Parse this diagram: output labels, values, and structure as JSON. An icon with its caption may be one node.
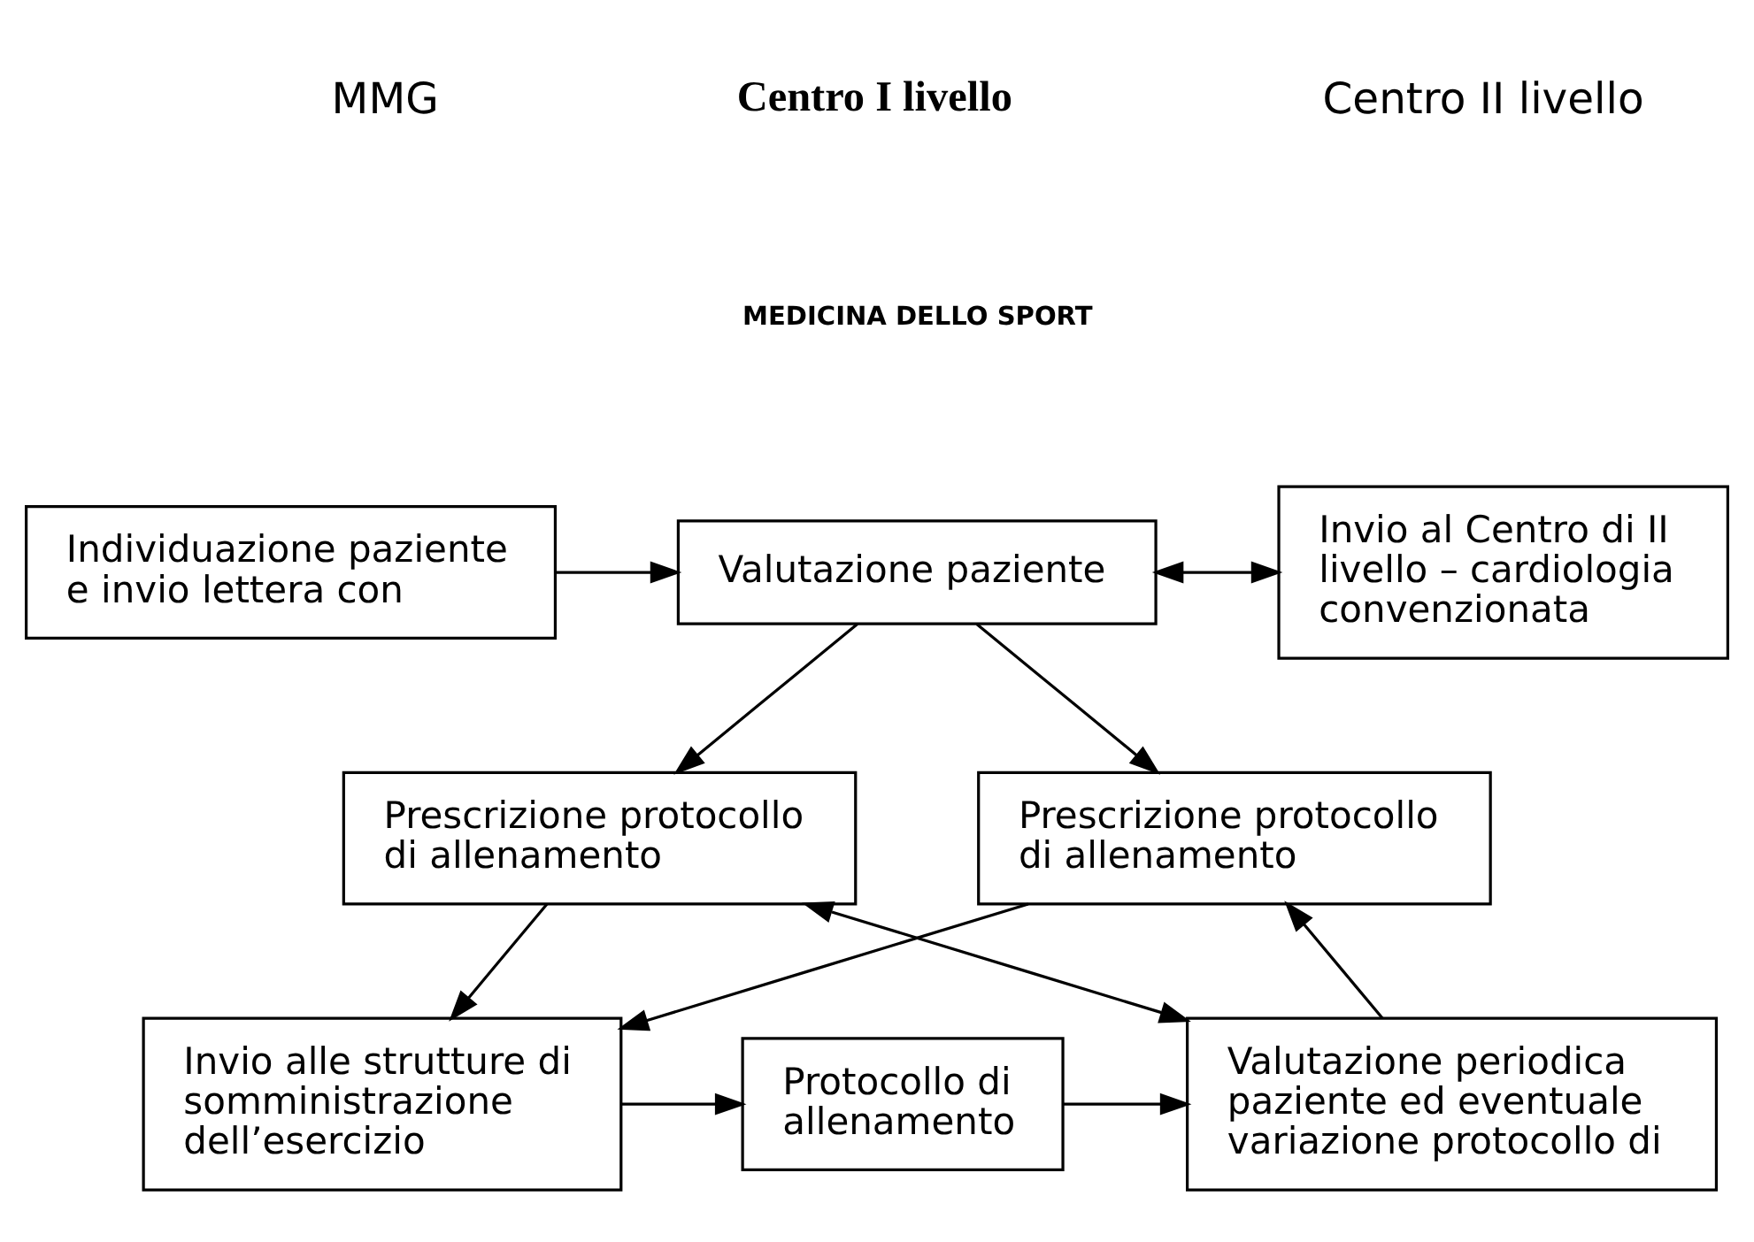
{
  "diagram": {
    "nodes": [
      {
        "text": [
          "Invio al Centro di II livello – cardiologia convenzionata"
        ]
      },
      {
        "text": [
          "Individuazione paziente e invio lettera con"
        ]
      },
      {
        "text": [
          "Valutazione paziente"
        ]
      },
      {
        "text": [
          "Prescrizione protocollo di allenamento"
        ]
      },
      {
        "text": [
          "Prescrizione protocollo di allenamento"
        ]
      },
      {
        "text": [
          "Invio alle strutture di somministrazione dell’esercizio"
        ]
      },
      {
        "text": [
          "Protocollo di allenamento"
        ]
      },
      {
        "text": [
          "Valutazione periodica paziente ed eventuale variazione protocollo di"
        ]
      }
    ],
    "edges": [
      {
        "from": 1,
        "to": 2,
        "arrow": "to"
      },
      {
        "from": 2,
        "to": 0,
        "arrow": "both"
      },
      {
        "from": 2,
        "to": 3,
        "arrow": "to"
      },
      {
        "from": 2,
        "to": 4,
        "arrow": "to"
      },
      {
        "from": 3,
        "to": 5,
        "arrow": "to"
      },
      {
        "from": 4,
        "to": 5,
        "arrow": "to"
      },
      {
        "from": 5,
        "to": 6,
        "arrow": "to"
      },
      {
        "from": 6,
        "to": 7,
        "arrow": "to"
      },
      {
        "from": 7,
        "to": 4,
        "arrow": "to"
      },
      {
        "from": 3,
        "to": 7,
        "arrow": "both"
      }
    ],
    "labels": [
      "Centro II livello",
      "MMG",
      "Centro I livello",
      "MEDICINA DELLO SPORT"
    ]
  }
}
